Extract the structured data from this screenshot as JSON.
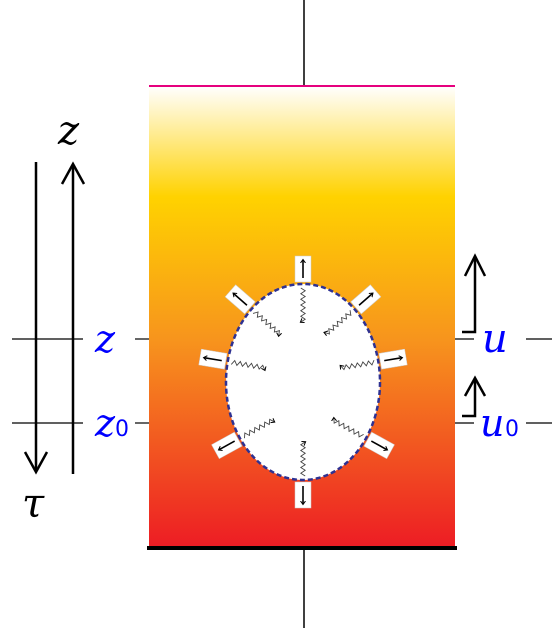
{
  "labels": {
    "z_top": "z",
    "tau": "τ",
    "z_mid": "z",
    "z0": "z",
    "z0_sub": "0",
    "u": "u",
    "u0": "u",
    "u0_sub": "0"
  },
  "colors": {
    "gradient_top": "#ffffff",
    "gradient_upper": "#ffd200",
    "gradient_mid": "#f7941d",
    "gradient_bottom": "#ed1c24",
    "top_edge": "#e6007e",
    "bubble_outline": "#2e3192",
    "label_blue": "#0000ff",
    "ink": "#000000"
  }
}
